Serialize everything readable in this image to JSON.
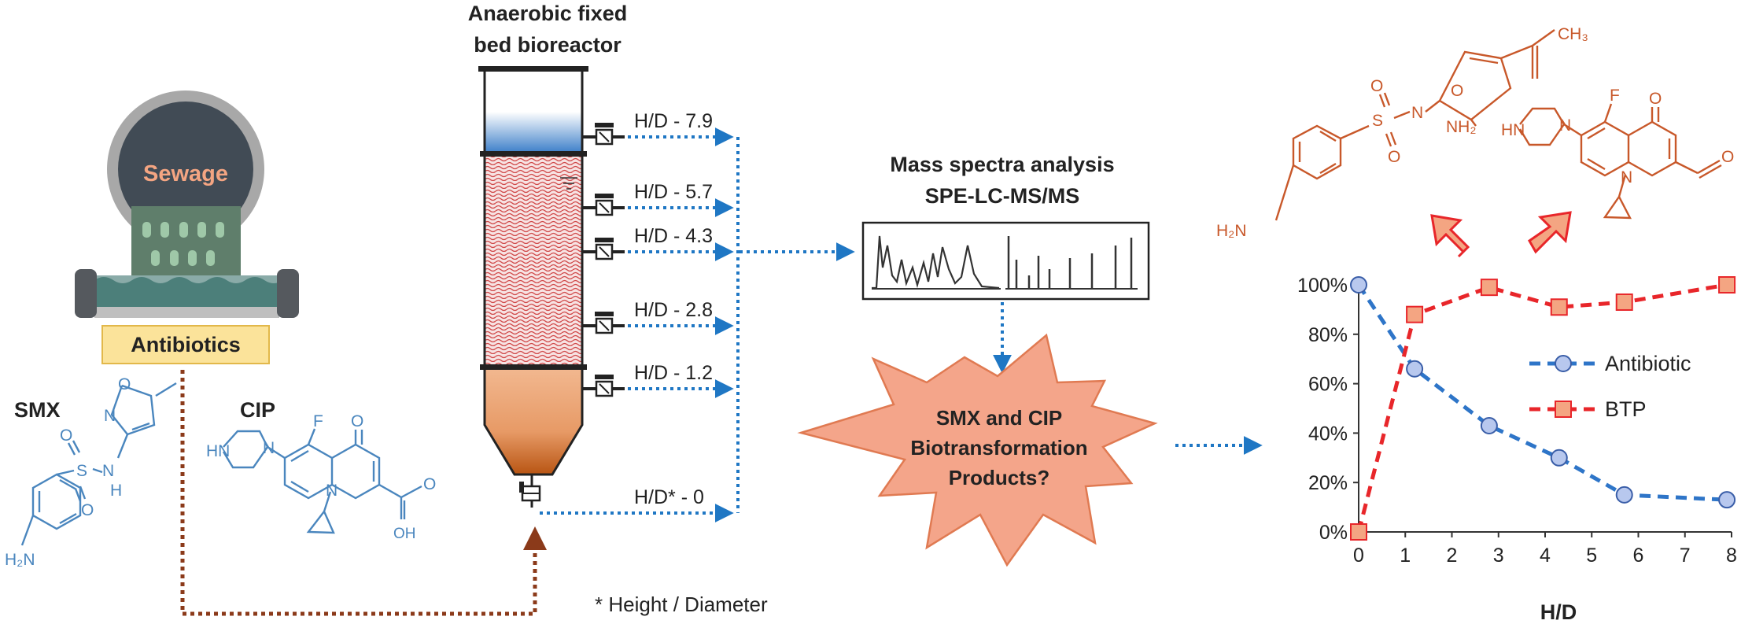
{
  "sewage": {
    "label": "Sewage",
    "antibiotics_label": "Antibiotics"
  },
  "molecules": {
    "smx": {
      "name": "SMX",
      "atoms": {
        "o_ring": "O",
        "n_ring": "N",
        "s": "S",
        "o1": "O",
        "o2": "O",
        "nh": "N",
        "h": "H",
        "h2n": "H₂N"
      }
    },
    "cip": {
      "name": "CIP",
      "atoms": {
        "hn": "HN",
        "n1": "N",
        "f": "F",
        "o_keto": "O",
        "n2": "N",
        "o_acid": "O",
        "oh": "OH"
      }
    },
    "btp1": {
      "atoms": {
        "ch3": "CH₃",
        "o_ketone": "O",
        "n": "N",
        "s": "S",
        "o1": "O",
        "o2": "O",
        "nh2": "NH₂",
        "h2n": "H₂N"
      }
    },
    "btp2": {
      "atoms": {
        "hn": "HN",
        "n1": "N",
        "f": "F",
        "o_keto": "O",
        "n2": "N",
        "o_ald": "O"
      }
    }
  },
  "reactor": {
    "title_line1": "Anaerobic fixed",
    "title_line2": "bed bioreactor",
    "ports": [
      "H/D - 7.9",
      "H/D - 5.7",
      "H/D - 4.3",
      "H/D - 2.8",
      "H/D - 1.2",
      "H/D* - 0"
    ],
    "footnote": "* Height / Diameter"
  },
  "analysis": {
    "title_line1": "Mass spectra analysis",
    "title_line2": "SPE-LC-MS/MS"
  },
  "burst": {
    "line1": "SMX and CIP",
    "line2": "Biotransformation",
    "line3": "Products?"
  },
  "colors": {
    "blue_arrow": "#1F77C4",
    "brown_arrow": "#8B3A1A",
    "molecule_blue": "#4A86BE",
    "molecule_orange": "#C8582A",
    "antibiotic_series": "#2E75C8",
    "btp_series": "#E8262A"
  },
  "chart_data": {
    "type": "line",
    "xlabel": "H/D",
    "xlim": [
      0,
      8
    ],
    "ylim": [
      0,
      100
    ],
    "x_ticks": [
      "0",
      "1",
      "2",
      "3",
      "4",
      "5",
      "6",
      "7",
      "8"
    ],
    "y_ticks": [
      "0%",
      "20%",
      "40%",
      "60%",
      "80%",
      "100%"
    ],
    "legend_position": "center-right",
    "series": [
      {
        "name": "Antibiotic",
        "marker": "circle",
        "x": [
          0,
          1.2,
          2.8,
          4.3,
          5.7,
          7.9
        ],
        "y": [
          100,
          66,
          43,
          30,
          15,
          13
        ]
      },
      {
        "name": "BTP",
        "marker": "square",
        "x": [
          0,
          1.2,
          2.8,
          4.3,
          5.7,
          7.9
        ],
        "y": [
          0,
          88,
          99,
          91,
          93,
          100
        ]
      }
    ]
  }
}
